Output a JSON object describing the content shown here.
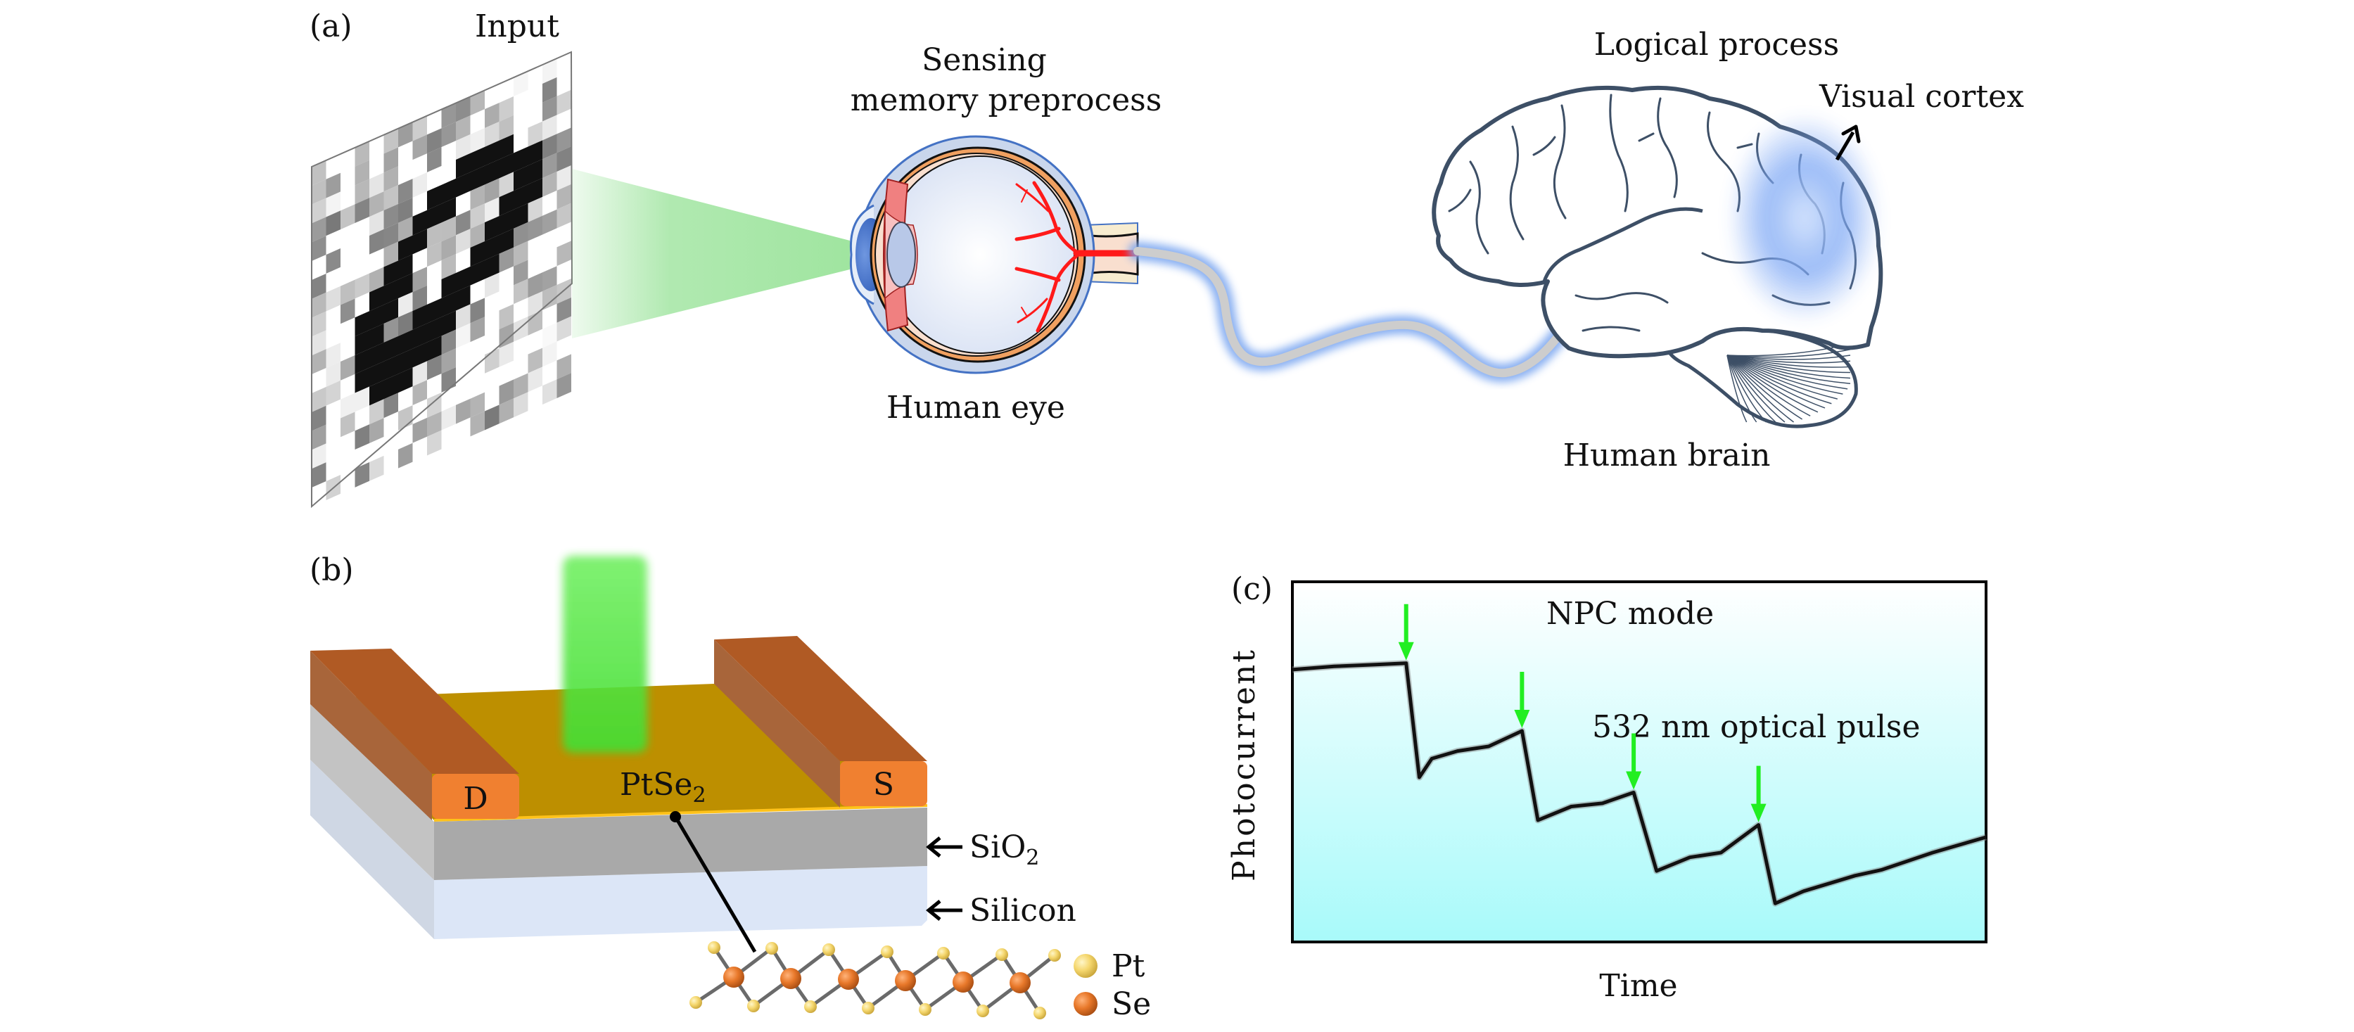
{
  "panel_a": {
    "label": "(a)",
    "input_label": "Input",
    "sensing_line1": "Sensing",
    "sensing_line2": "memory preprocess",
    "eye_label": "Human eye",
    "logical_label": "Logical process",
    "visual_cortex_label": "Visual cortex",
    "brain_label": "Human brain",
    "colors": {
      "light_beam": "#8fe08f",
      "nerve": "#c8c8c8",
      "nerve_glow": "#7aa6f0",
      "cortex_glow": "#5b8ff0",
      "brain_outline": "#3d4f66",
      "eye_outline": "#4472c4",
      "blood_vessel": "#ff1a1a"
    }
  },
  "panel_b": {
    "label": "(b)",
    "drain_label": "D",
    "source_label": "S",
    "channel_label": "PtSe",
    "channel_subscript": "2",
    "layer_sio2": "SiO",
    "layer_sio2_sub": "2",
    "layer_silicon": "Silicon",
    "legend": [
      {
        "label": "Pt",
        "color": "#f5d76e"
      },
      {
        "label": "Se",
        "color": "#e8782a"
      }
    ],
    "colors": {
      "electrode": "#b05a24",
      "electrode_front": "#f08030",
      "ptse2": "#bd8f00",
      "sio2": "#a9a9a9",
      "silicon": "#dce6f7",
      "laser": "#44dd33"
    }
  },
  "chart_data": {
    "type": "line",
    "title": "NPC mode",
    "xlabel": "Time",
    "ylabel": "Photocurrent",
    "annotation": "532 nm optical pulse",
    "panel_label": "(c)",
    "units": "normalized (no ticks shown); x: 0 = left axis, 1 = right axis; y: 1 = top, 0 = bottom",
    "xlim": [
      0,
      1
    ],
    "ylim": [
      0,
      1
    ],
    "grid": false,
    "series": [
      {
        "name": "photocurrent",
        "color": "#111111",
        "x": [
          0,
          0.06,
          0.12,
          0.164,
          0.183,
          0.201,
          0.238,
          0.283,
          0.331,
          0.354,
          0.402,
          0.447,
          0.492,
          0.525,
          0.573,
          0.618,
          0.672,
          0.696,
          0.737,
          0.811,
          0.849,
          0.923,
          1.0
        ],
        "y": [
          0.756,
          0.765,
          0.77,
          0.774,
          0.457,
          0.509,
          0.53,
          0.543,
          0.586,
          0.338,
          0.376,
          0.385,
          0.415,
          0.197,
          0.235,
          0.248,
          0.325,
          0.107,
          0.141,
          0.184,
          0.2,
          0.248,
          0.291
        ]
      }
    ],
    "pulses": [
      {
        "x": 0.164,
        "y": 0.774
      },
      {
        "x": 0.331,
        "y": 0.586
      },
      {
        "x": 0.492,
        "y": 0.415
      },
      {
        "x": 0.672,
        "y": 0.325
      }
    ],
    "pulse_color": "#22ee22",
    "background_gradient": [
      "#ffffff",
      "#a8fafa"
    ]
  }
}
